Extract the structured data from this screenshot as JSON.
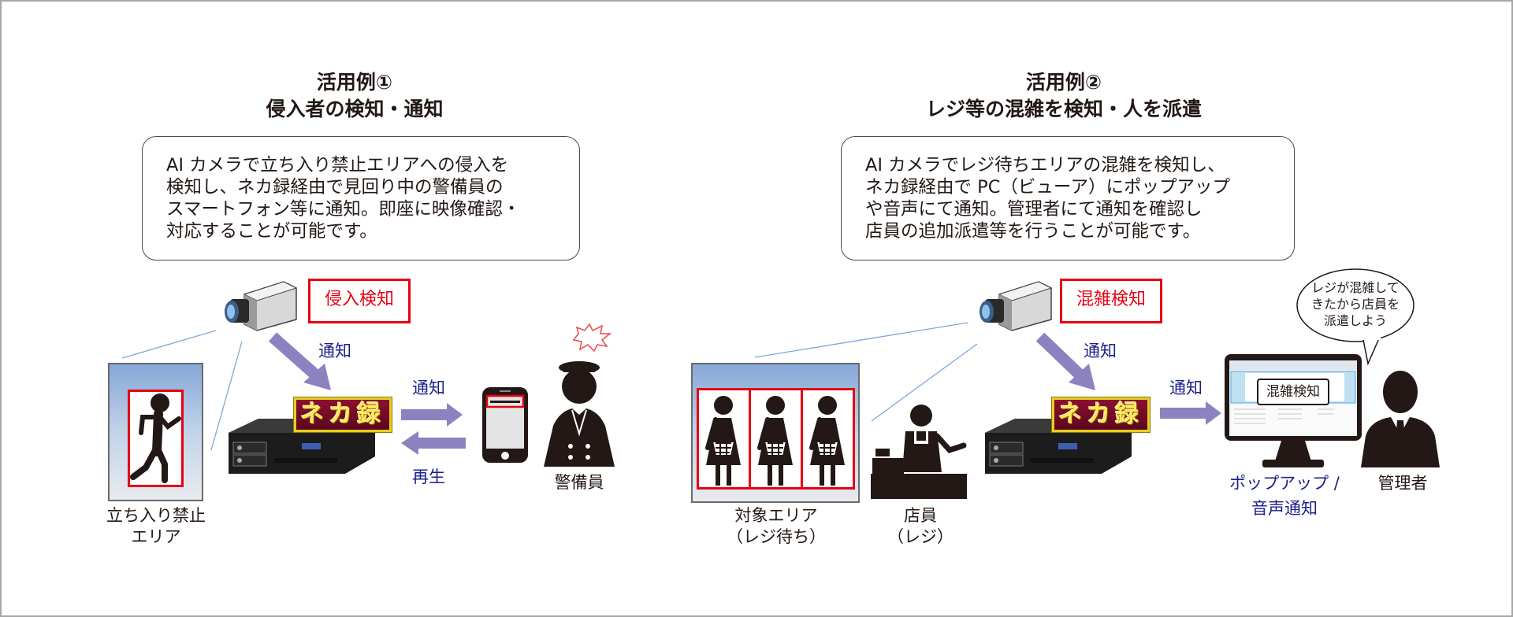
{
  "colors": {
    "frame_border": "#a8a8a8",
    "detect_red": "#e60012",
    "label_blue": "#1d2088",
    "arrow_purple": "#8c82c0",
    "text_black": "#231815",
    "nekaroku_gold": "#ffe860",
    "nekaroku_maroon": "#6e0a28"
  },
  "case1": {
    "title_line1": "活用例①",
    "title_line2": "侵入者の検知・通知",
    "description": "AI カメラで立ち入り禁止エリアへの侵入を\n検知し、ネカ録経由で見回り中の警備員の\nスマートフォン等に通知。即座に映像確認・\n対応することが可能です。",
    "detect_label": "侵入検知",
    "camera_to_recorder_label": "通知",
    "recorder_to_phone_label": "通知",
    "phone_to_recorder_label": "再生",
    "recorder_label": "ネカ録",
    "area_label": "立ち入り禁止\nエリア",
    "guard_label": "警備員",
    "icons": [
      "camera-icon",
      "running-person-icon",
      "recorder-icon",
      "smartphone-icon",
      "security-guard-icon",
      "alert-burst-icon"
    ]
  },
  "case2": {
    "title_line1": "活用例②",
    "title_line2": "レジ等の混雑を検知・人を派遣",
    "description": "AI カメラでレジ待ちエリアの混雑を検知し、\nネカ録経由で PC（ビューア）にポップアップ\nや音声にて通知。管理者にて通知を確認し\n店員の追加派遣等を行うことが可能です。",
    "detect_label": "混雑検知",
    "camera_to_recorder_label": "通知",
    "recorder_to_pc_label": "通知",
    "recorder_label": "ネカ録",
    "area_label": "対象エリア\n（レジ待ち）",
    "clerk_label": "店員\n（レジ）",
    "popup_label": "ポップアップ /\n音声通知",
    "popup_screen_text": "混雑検知",
    "manager_label": "管理者",
    "speech_bubble": "レジが混雑して\nきたから店員を\n派遣しよう",
    "icons": [
      "camera-icon",
      "shopper-icon",
      "cashier-icon",
      "recorder-icon",
      "monitor-icon",
      "manager-icon"
    ]
  }
}
